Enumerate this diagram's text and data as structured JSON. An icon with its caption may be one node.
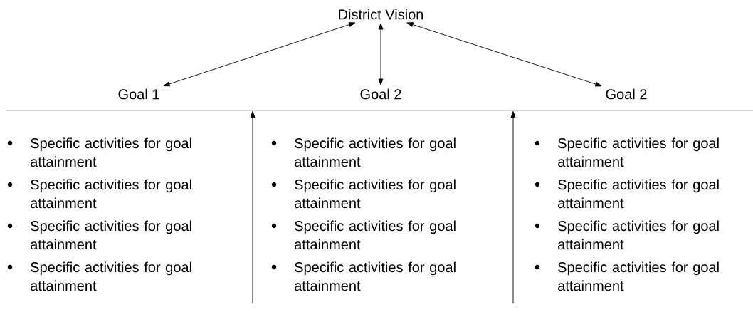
{
  "diagram": {
    "nodes": [
      {
        "text": [
          "District Vision"
        ]
      },
      {
        "text": [
          "Goal 1"
        ]
      },
      {
        "text": [
          "Goal 2"
        ]
      },
      {
        "text": [
          "Goal 2"
        ]
      }
    ],
    "edges": [
      {
        "from": 0,
        "to": 1,
        "arrow": "both"
      },
      {
        "from": 0,
        "to": 2,
        "arrow": "both"
      },
      {
        "from": 0,
        "to": 3,
        "arrow": "both"
      }
    ],
    "labels": [
      "Specific activities for goal attainment",
      "Specific activities for goal attainment",
      "Specific activities for goal attainment",
      "Specific activities for goal attainment",
      "Specific activities for goal attainment",
      "Specific activities for goal attainment",
      "Specific activities for goal attainment",
      "Specific activities for goal attainment",
      "Specific activities for goal attainment",
      "Specific activities for goal attainment",
      "Specific activities for goal attainment",
      "Specific activities for goal attainment"
    ]
  }
}
